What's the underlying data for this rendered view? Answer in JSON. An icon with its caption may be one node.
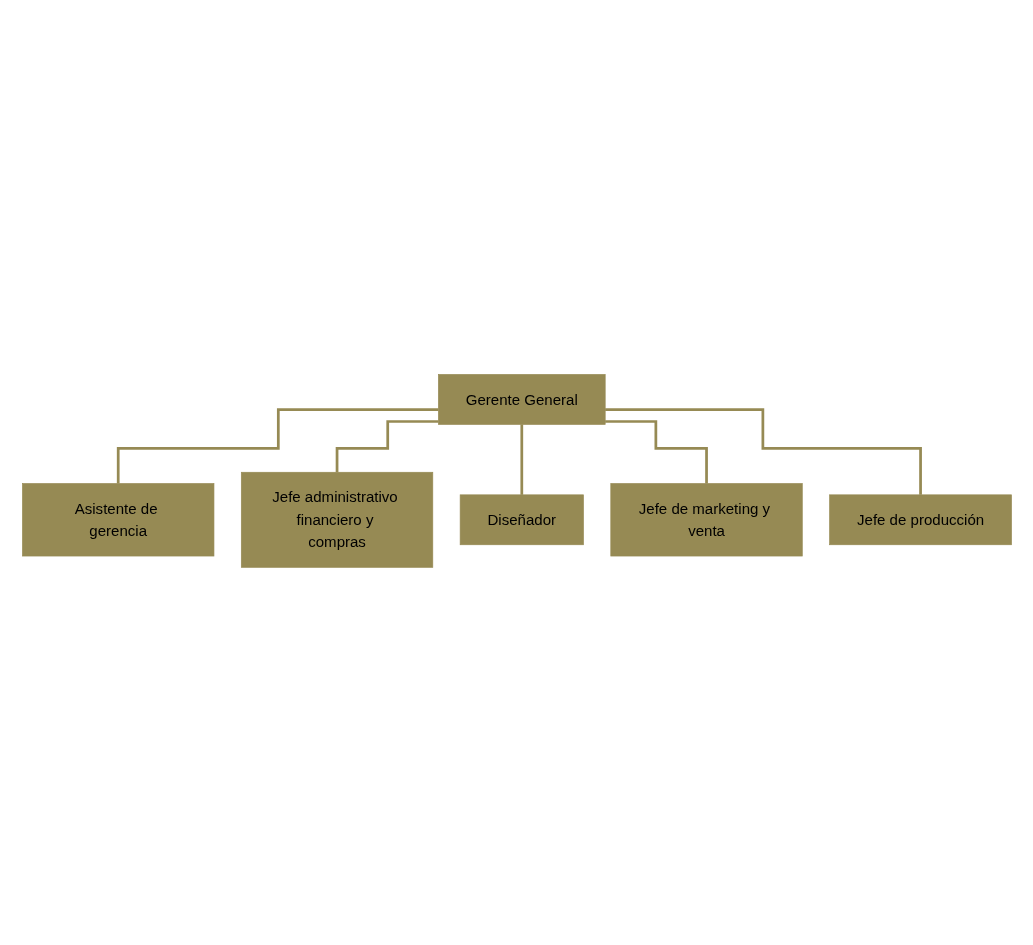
{
  "diagram": {
    "nodes": [
      {
        "text": [
          "Gerente General"
        ]
      },
      {
        "text": [
          "Asistente de gerencia"
        ]
      },
      {
        "text": [
          "Jefe administrativo financiero y compras"
        ]
      },
      {
        "text": [
          "Diseñador"
        ]
      },
      {
        "text": [
          "Jefe de marketing y venta"
        ]
      },
      {
        "text": [
          "Jefe de producción"
        ]
      }
    ],
    "edges": [
      {
        "from": 0,
        "to": 1,
        "arrow": "none"
      },
      {
        "from": 0,
        "to": 2,
        "arrow": "none"
      },
      {
        "from": 0,
        "to": 3,
        "arrow": "none"
      },
      {
        "from": 0,
        "to": 4,
        "arrow": "none"
      },
      {
        "from": 0,
        "to": 5,
        "arrow": "none"
      }
    ]
  }
}
